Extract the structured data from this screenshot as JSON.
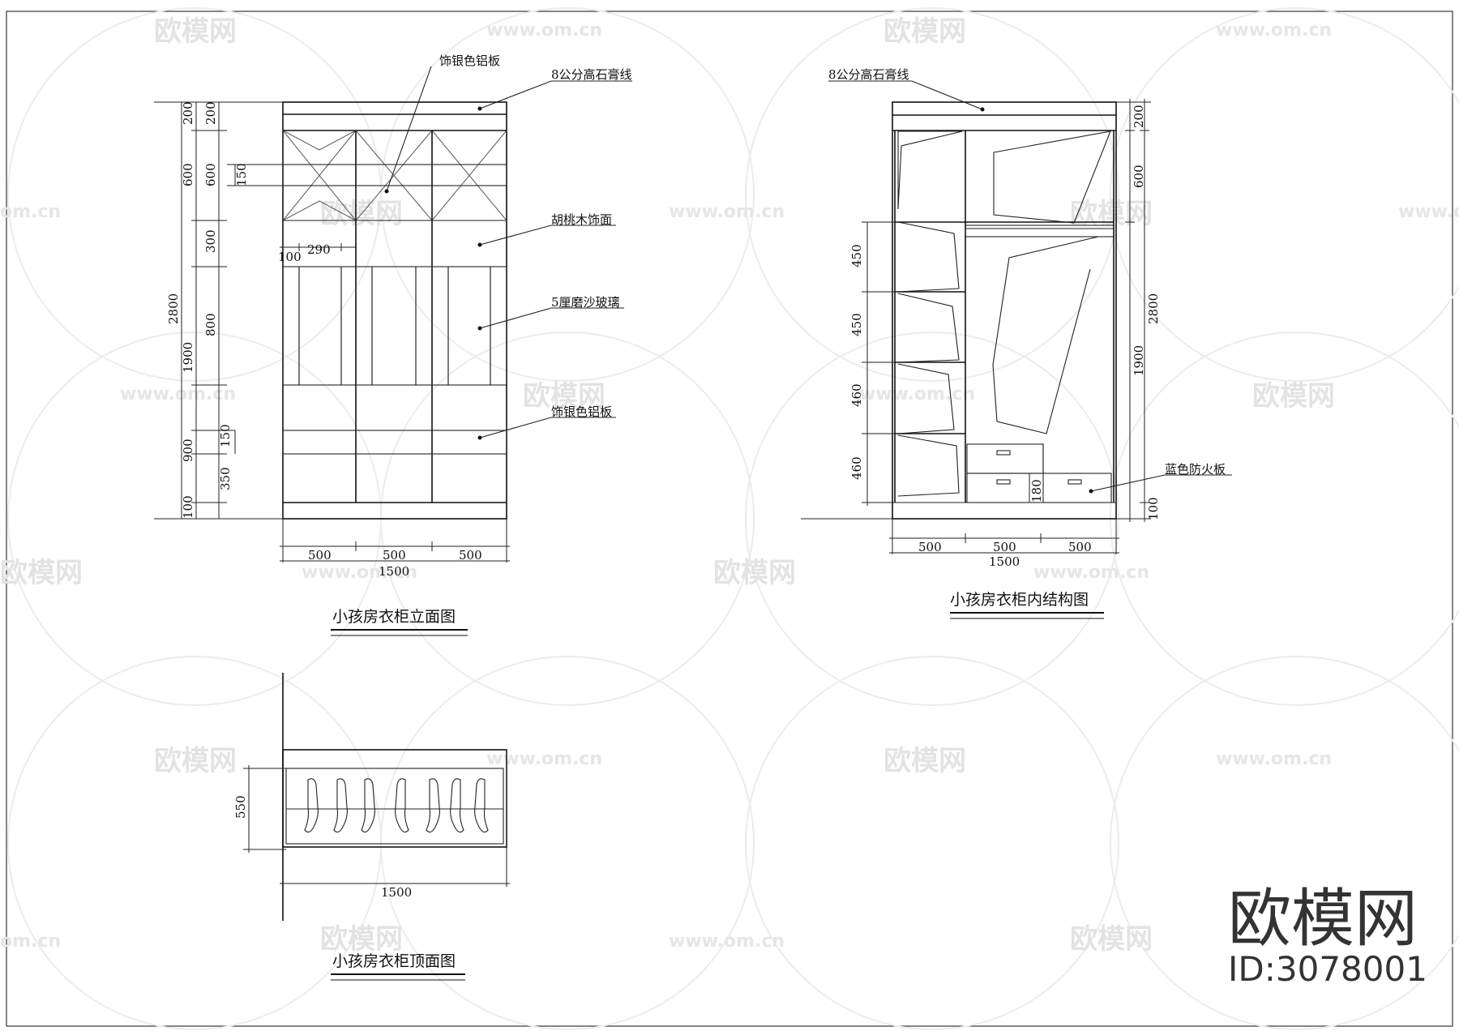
{
  "watermark": {
    "brand": "欧模网",
    "url": "www.om.cn",
    "domain_short": "om.cn",
    "id_text": "ID:3078001"
  },
  "views": {
    "elevation": {
      "title": "小孩房衣柜立面图",
      "labels": {
        "silver_panel_top": "饰银色铝板",
        "gypsum_line": "8公分高石膏线",
        "walnut": "胡桃木饰面",
        "frosted_glass": "5厘磨沙玻璃",
        "silver_panel_bottom": "饰银色铝板"
      },
      "dims_left_outer": [
        "200",
        "600",
        "2800",
        "1900",
        "900",
        "100"
      ],
      "dims_left_inner": [
        "200",
        "600",
        "150",
        "300",
        "800",
        "150",
        "350"
      ],
      "dims_top": [
        "100",
        "290"
      ],
      "dims_bottom": [
        "500",
        "500",
        "500"
      ],
      "total_width": "1500"
    },
    "interior": {
      "title": "小孩房衣柜内结构图",
      "labels": {
        "gypsum_line": "8公分高石膏线",
        "blue_board": "蓝色防火板"
      },
      "dims_left": [
        "450",
        "450",
        "460",
        "460"
      ],
      "dims_right": [
        "200",
        "600",
        "2800",
        "1900",
        "100"
      ],
      "dim_drawer": "180",
      "dims_bottom": [
        "500",
        "500",
        "500"
      ],
      "total_width": "1500"
    },
    "plan": {
      "title": "小孩房衣柜顶面图",
      "dim_depth": "550",
      "total_width": "1500"
    }
  }
}
